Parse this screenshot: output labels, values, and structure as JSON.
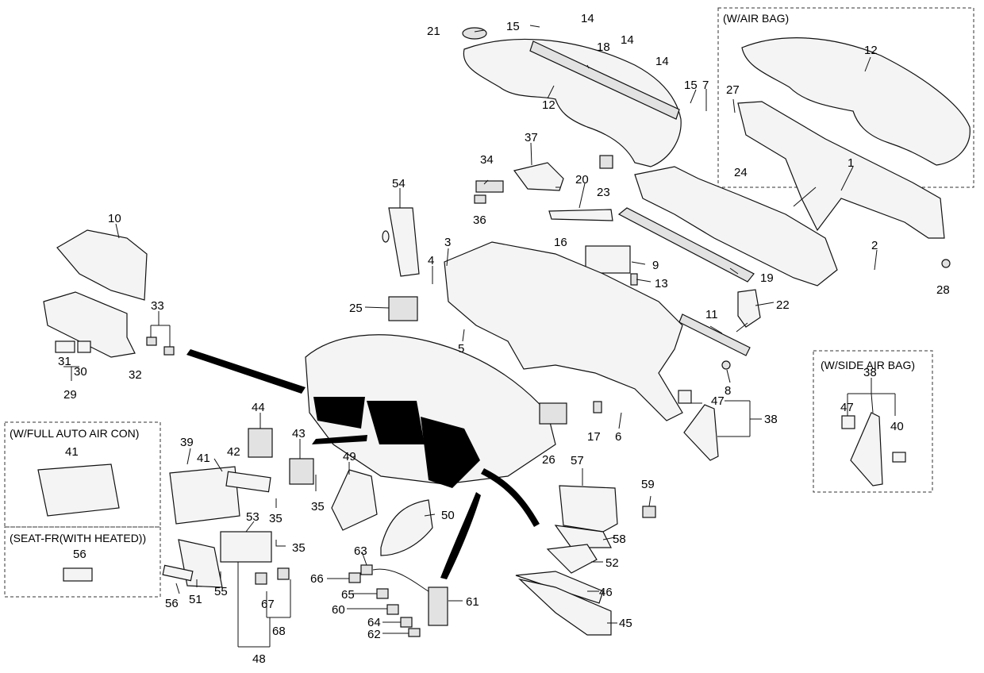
{
  "boxes": {
    "airbag": "(W/AIR BAG)",
    "side_airbag": "(W/SIDE AIR BAG)",
    "auto_aircon": "(W/FULL AUTO AIR CON)",
    "seat_heated": "(SEAT-FR(WITH HEATED))"
  },
  "callouts": {
    "c1": "1",
    "c2": "2",
    "c3": "3",
    "c4": "4",
    "c5": "5",
    "c6": "6",
    "c7": "7",
    "c8": "8",
    "c9": "9",
    "c10": "10",
    "c11": "11",
    "c12a": "12",
    "c12b": "12",
    "c13": "13",
    "c14a": "14",
    "c14b": "14",
    "c14c": "14",
    "c15a": "15",
    "c15b": "15",
    "c16": "16",
    "c17": "17",
    "c18": "18",
    "c19": "19",
    "c20": "20",
    "c21": "21",
    "c22": "22",
    "c23": "23",
    "c24": "24",
    "c25": "25",
    "c26": "26",
    "c27": "27",
    "c28": "28",
    "c29": "29",
    "c30": "30",
    "c31": "31",
    "c32": "32",
    "c33": "33",
    "c34": "34",
    "c35a": "35",
    "c35b": "35",
    "c35c": "35",
    "c36": "36",
    "c37": "37",
    "c38a": "38",
    "c38b": "38",
    "c39": "39",
    "c40": "40",
    "c41a": "41",
    "c41b": "41",
    "c42": "42",
    "c43": "43",
    "c44": "44",
    "c45": "45",
    "c46": "46",
    "c47a": "47",
    "c47b": "47",
    "c48": "48",
    "c49": "49",
    "c50": "50",
    "c51": "51",
    "c52": "52",
    "c53": "53",
    "c54": "54",
    "c55": "55",
    "c56a": "56",
    "c56b": "56",
    "c57": "57",
    "c58": "58",
    "c59": "59",
    "c60": "60",
    "c61": "61",
    "c62": "62",
    "c63": "63",
    "c64": "64",
    "c65": "65",
    "c66": "66",
    "c67": "67",
    "c68": "68"
  }
}
